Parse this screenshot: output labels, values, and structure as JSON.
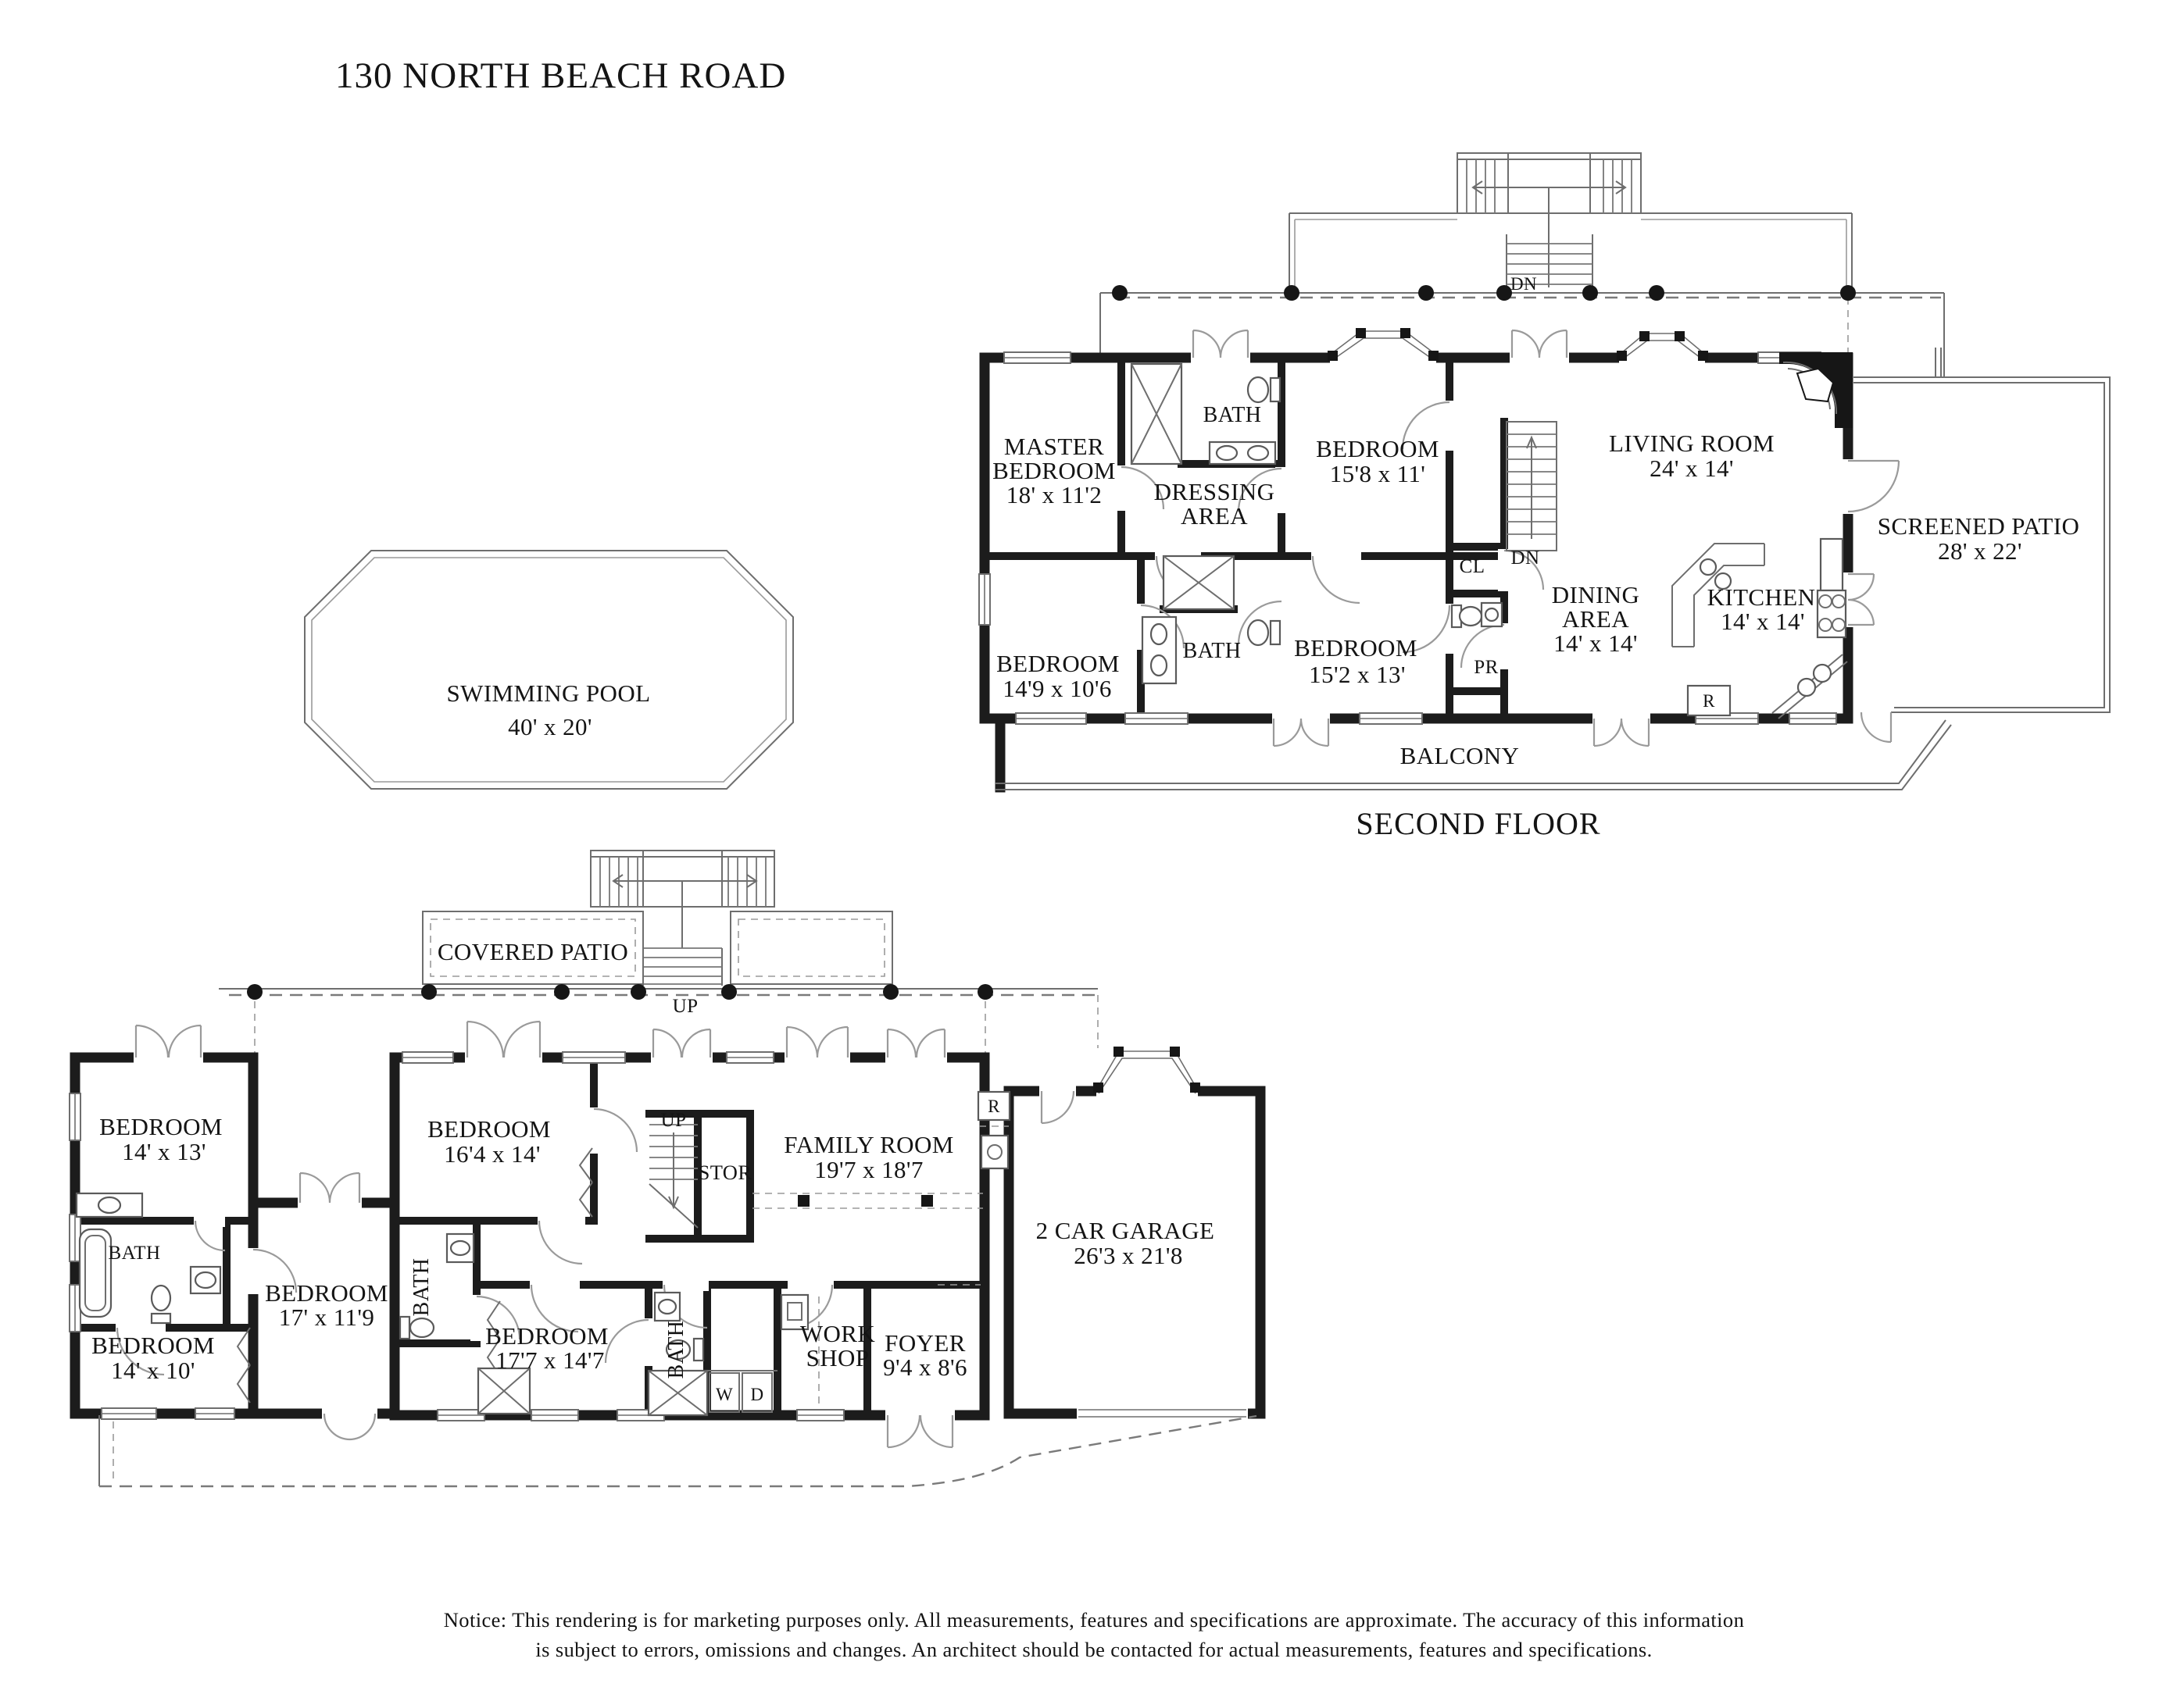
{
  "title": "130 NORTH BEACH ROAD",
  "pool": {
    "name": "SWIMMING POOL",
    "dims": "40' x 20'"
  },
  "second_floor": {
    "caption": "SECOND FLOOR",
    "rooms": {
      "master_bedroom": {
        "line1": "MASTER",
        "line2": "BEDROOM",
        "dims": "18' x 11'2"
      },
      "master_bath": {
        "name": "BATH"
      },
      "dressing_area": {
        "line1": "DRESSING",
        "line2": "AREA"
      },
      "bedroom_158": {
        "name": "BEDROOM",
        "dims": "15'8 x 11'"
      },
      "living_room": {
        "name": "LIVING ROOM",
        "dims": "24' x 14'"
      },
      "screened_patio": {
        "name": "SCREENED PATIO",
        "dims": "28' x 22'"
      },
      "bedroom_149": {
        "name": "BEDROOM",
        "dims": "14'9 x 10'6"
      },
      "hall_bath": {
        "name": "BATH"
      },
      "bedroom_152": {
        "name": "BEDROOM",
        "dims": "15'2 x 13'"
      },
      "closet": {
        "name": "CL"
      },
      "powder_room": {
        "name": "PR"
      },
      "dining_area": {
        "line1": "DINING",
        "line2": "AREA",
        "dims": "14' x 14'"
      },
      "kitchen": {
        "name": "KITCHEN",
        "dims": "14' x 14'"
      },
      "balcony": {
        "name": "BALCONY"
      },
      "refrigerator": {
        "name": "R"
      },
      "deck_stairs_down": {
        "name": "DN"
      },
      "interior_stairs_down": {
        "name": "DN"
      }
    }
  },
  "first_floor": {
    "rooms": {
      "covered_patio": {
        "name": "COVERED PATIO"
      },
      "patio_stairs_up": {
        "name": "UP"
      },
      "bedroom_1413": {
        "name": "BEDROOM",
        "dims": "14' x 13'"
      },
      "bath_left": {
        "name": "BATH"
      },
      "bedroom_1410": {
        "name": "BEDROOM",
        "dims": "14' x 10'"
      },
      "bedroom_17119": {
        "name": "BEDROOM",
        "dims": "17' x 11'9"
      },
      "bedroom_16414": {
        "name": "BEDROOM",
        "dims": "16'4 x 14'"
      },
      "bath_mid_left": {
        "name": "BATH"
      },
      "interior_stairs_up": {
        "name": "UP"
      },
      "storage": {
        "name": "STOR"
      },
      "family_room": {
        "name": "FAMILY ROOM",
        "dims": "19'7 x 18'7"
      },
      "bedroom_177147": {
        "name": "BEDROOM",
        "dims": "17'7 x 14'7"
      },
      "bath_mid": {
        "name": "BATH"
      },
      "washer": {
        "name": "W"
      },
      "dryer": {
        "name": "D"
      },
      "work_shop": {
        "line1": "WORK",
        "line2": "SHOP"
      },
      "foyer": {
        "name": "FOYER",
        "dims": "9'4 x 8'6"
      },
      "garage": {
        "name": "2 CAR GARAGE",
        "dims": "26'3 x 21'8"
      },
      "refrigerator": {
        "name": "R"
      }
    }
  },
  "notice": {
    "line1": "Notice: This rendering is for marketing purposes only. All measurements, features and specifications are approximate. The accuracy of this information",
    "line2": "is subject to errors, omissions and changes. An architect should be contacted for actual measurements, features and specifications."
  }
}
